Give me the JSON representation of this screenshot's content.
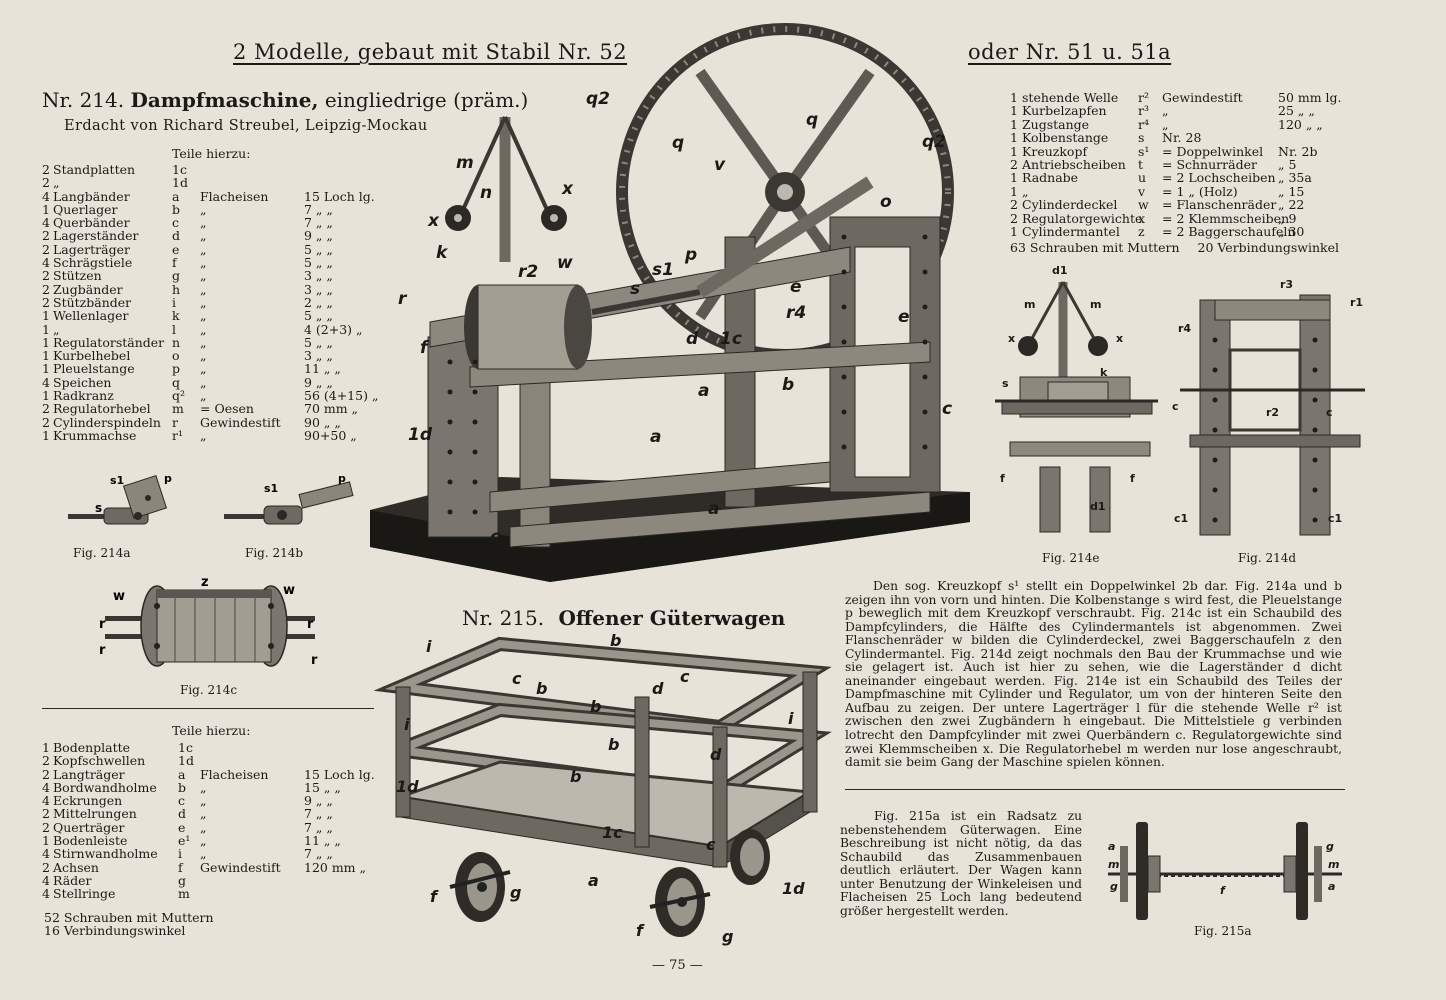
{
  "header": {
    "left": "2 Modelle, gebaut mit Stabil Nr. 52",
    "right": "oder Nr. 51 u. 51a"
  },
  "model214": {
    "title_no": "Nr. 214.",
    "title_name": "Dampfmaschine,",
    "title_rest": "eingliedrige (präm.)",
    "author": "Erdacht von Richard Streubel, Leipzig-Mockau",
    "parts_heading": "Teile hierzu:",
    "parts": [
      {
        "qty": "2",
        "name": "Standplatten",
        "code": "1c",
        "desc": "",
        "size": ""
      },
      {
        "qty": "2",
        "name": "„",
        "code": "1d",
        "desc": "",
        "size": ""
      },
      {
        "qty": "4",
        "name": "Langbänder",
        "code": "a",
        "desc": "Flacheisen",
        "size": "15 Loch lg."
      },
      {
        "qty": "1",
        "name": "Querlager",
        "code": "b",
        "desc": "„",
        "size": "7 „ „"
      },
      {
        "qty": "4",
        "name": "Querbänder",
        "code": "c",
        "desc": "„",
        "size": "7 „ „"
      },
      {
        "qty": "2",
        "name": "Lagerständer",
        "code": "d",
        "desc": "„",
        "size": "9 „ „"
      },
      {
        "qty": "2",
        "name": "Lagerträger",
        "code": "e",
        "desc": "„",
        "size": "5 „ „"
      },
      {
        "qty": "4",
        "name": "Schrägstiele",
        "code": "f",
        "desc": "„",
        "size": "5 „ „"
      },
      {
        "qty": "2",
        "name": "Stützen",
        "code": "g",
        "desc": "„",
        "size": "3 „ „"
      },
      {
        "qty": "2",
        "name": "Zugbänder",
        "code": "h",
        "desc": "„",
        "size": "3 „ „"
      },
      {
        "qty": "2",
        "name": "Stützbänder",
        "code": "i",
        "desc": "„",
        "size": "2 „ „"
      },
      {
        "qty": "1",
        "name": "Wellenlager",
        "code": "k",
        "desc": "„",
        "size": "5 „ „"
      },
      {
        "qty": "1",
        "name": "„",
        "code": "l",
        "desc": "„",
        "size": "4 (2+3) „"
      },
      {
        "qty": "1",
        "name": "Regulatorständer",
        "code": "n",
        "desc": "„",
        "size": "5 „ „"
      },
      {
        "qty": "1",
        "name": "Kurbelhebel",
        "code": "o",
        "desc": "„",
        "size": "3 „ „"
      },
      {
        "qty": "1",
        "name": "Pleuelstange",
        "code": "p",
        "desc": "„",
        "size": "11 „ „"
      },
      {
        "qty": "4",
        "name": "Speichen",
        "code": "q",
        "desc": "„",
        "size": "9 „ „"
      },
      {
        "qty": "1",
        "name": "Radkranz",
        "code": "q²",
        "desc": "„",
        "size": "56 (4+15) „"
      },
      {
        "qty": "2",
        "name": "Regulatorhebel",
        "code": "m",
        "desc": "= Oesen",
        "size": "70 mm „"
      },
      {
        "qty": "2",
        "name": "Cylinderspindeln",
        "code": "r",
        "desc": "Gewindestift",
        "size": "90 „ „"
      },
      {
        "qty": "1",
        "name": "Krummachse",
        "code": "r¹",
        "desc": "„",
        "size": "90+50 „"
      }
    ],
    "parts_right": [
      {
        "qty": "1",
        "name": "stehende Welle",
        "code": "r²",
        "desc": "Gewindestift",
        "size": "50 mm lg."
      },
      {
        "qty": "1",
        "name": "Kurbelzapfen",
        "code": "r³",
        "desc": "„",
        "size": "25 „ „"
      },
      {
        "qty": "1",
        "name": "Zugstange",
        "code": "r⁴",
        "desc": "„",
        "size": "120 „ „"
      },
      {
        "qty": "1",
        "name": "Kolbenstange",
        "code": "s",
        "desc": "Nr. 28",
        "size": ""
      },
      {
        "qty": "1",
        "name": "Kreuzkopf",
        "code": "s¹",
        "desc": "= Doppelwinkel",
        "size": "Nr. 2b"
      },
      {
        "qty": "2",
        "name": "Antriebscheiben",
        "code": "t",
        "desc": "= Schnurräder",
        "size": "„ 5"
      },
      {
        "qty": "1",
        "name": "Radnabe",
        "code": "u",
        "desc": "= 2 Lochscheiben",
        "size": "„ 35a"
      },
      {
        "qty": "1",
        "name": "„",
        "code": "v",
        "desc": "= 1 „ (Holz)",
        "size": "„ 15"
      },
      {
        "qty": "2",
        "name": "Cylinderdeckel",
        "code": "w",
        "desc": "= Flanschenräder",
        "size": "„ 22"
      },
      {
        "qty": "2",
        "name": "Regulatorgewichte",
        "code": "x",
        "desc": "= 2 Klemmscheiben",
        "size": "„ 9"
      },
      {
        "qty": "1",
        "name": "Cylindermantel",
        "code": "z",
        "desc": "= 2 Baggerschaufeln",
        "size": "„ 30"
      }
    ],
    "screws": "63 Schrauben mit Muttern",
    "angles": "20 Verbindungswinkel",
    "description": "Den sog. Kreuzkopf s¹ stellt ein Doppelwinkel 2b dar. Fig. 214a und b zeigen ihn von vorn und hinten. Die Kolbenstange s wird fest, die Pleuelstange p beweglich mit dem Kreuzkopf verschraubt. Fig. 214c ist ein Schaubild des Dampfcylinders, die Hälfte des Cylindermantels ist abgenommen. Zwei Flanschenräder w bilden die Cylinderdeckel, zwei Baggerschaufeln z den Cylindermantel. Fig. 214d zeigt nochmals den Bau der Krummachse und wie sie gelagert ist. Auch ist hier zu sehen, wie die Lagerständer d dicht aneinander eingebaut werden. Fig. 214e ist ein Schaubild des Teiles der Dampfmaschine mit Cylinder und Regulator, um von der hinteren Seite den Aufbau zu zeigen. Der untere Lagerträger l für die stehende Welle r² ist zwischen den zwei Zugbändern h eingebaut. Die Mittelstiele g verbinden lotrecht den Dampfcylinder mit zwei Querbändern c. Regulatorgewichte sind zwei Klemmscheiben x. Die Regulatorhebel m werden nur lose angeschraubt, damit sie beim Gang der Maschine spielen können."
  },
  "model215": {
    "title": "Nr. 215.",
    "title_name": "Offener Güterwagen",
    "parts_heading": "Teile hierzu:",
    "parts": [
      {
        "qty": "1",
        "name": "Bodenplatte",
        "code": "1c",
        "desc": "",
        "size": ""
      },
      {
        "qty": "2",
        "name": "Kopfschwellen",
        "code": "1d",
        "desc": "",
        "size": ""
      },
      {
        "qty": "2",
        "name": "Langträger",
        "code": "a",
        "desc": "Flacheisen",
        "size": "15 Loch lg."
      },
      {
        "qty": "4",
        "name": "Bordwandholme",
        "code": "b",
        "desc": "„",
        "size": "15 „ „"
      },
      {
        "qty": "4",
        "name": "Eckrungen",
        "code": "c",
        "desc": "„",
        "size": "9 „ „"
      },
      {
        "qty": "2",
        "name": "Mittelrungen",
        "code": "d",
        "desc": "„",
        "size": "7 „ „"
      },
      {
        "qty": "2",
        "name": "Querträger",
        "code": "e",
        "desc": "„",
        "size": "7 „ „"
      },
      {
        "qty": "1",
        "name": "Bodenleiste",
        "code": "e¹",
        "desc": "„",
        "size": "11 „ „"
      },
      {
        "qty": "4",
        "name": "Stirnwandholme",
        "code": "i",
        "desc": "„",
        "size": "7 „ „"
      },
      {
        "qty": "2",
        "name": "Achsen",
        "code": "f",
        "desc": "Gewindestift",
        "size": "120 mm „"
      },
      {
        "qty": "4",
        "name": "Räder",
        "code": "g",
        "desc": "",
        "size": ""
      },
      {
        "qty": "4",
        "name": "Stellringe",
        "code": "m",
        "desc": "",
        "size": ""
      }
    ],
    "screws": "52 Schrauben mit Muttern",
    "angles": "16 Verbindungswinkel",
    "description": "Fig. 215a ist ein Radsatz zu nebenstehendem Güterwagen. Eine Beschreibung ist nicht nötig, da das Schaubild das Zusammenbauen deutlich erläutert. Der Wagen kann unter Benutzung der Winkeleisen und Flacheisen 25 Loch lang bedeutend größer hergestellt werden."
  },
  "figures": {
    "f214a": "Fig. 214a",
    "f214b": "Fig. 214b",
    "f214c": "Fig. 214c",
    "f214d": "Fig. 214d",
    "f214e": "Fig. 214e",
    "f215a": "Fig. 215a"
  },
  "page_number": "— 75 —"
}
